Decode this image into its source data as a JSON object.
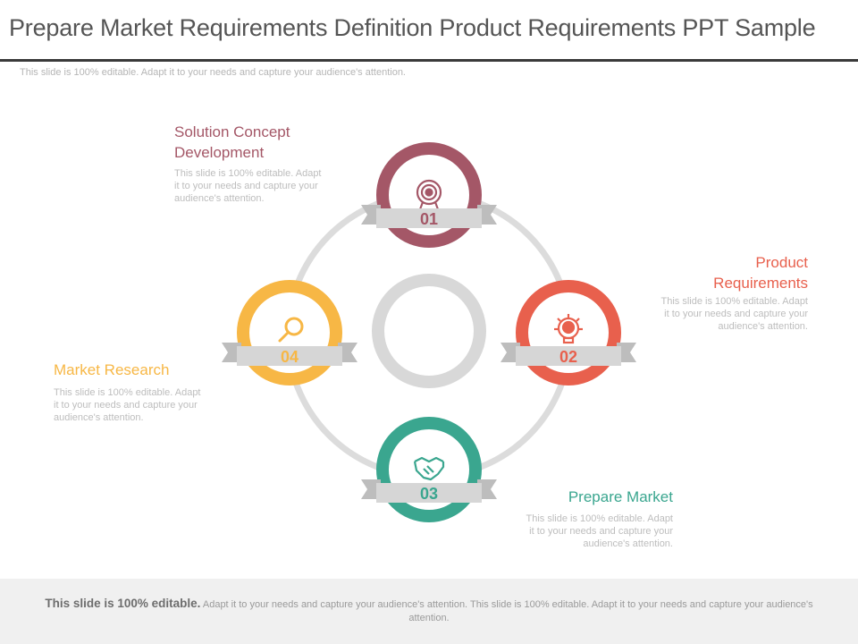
{
  "slide": {
    "title": "Prepare Market Requirements Definition Product Requirements PPT Sample",
    "subtitle": "This slide is 100% editable. Adapt it to your needs and capture your audience's attention."
  },
  "colors": {
    "stage1": "#a45767",
    "stage2": "#e8604d",
    "stage3": "#3aa68f",
    "stage4": "#f7b745",
    "ring": "#dcdcdc",
    "ribbon": "#d0d0d0"
  },
  "stages": [
    {
      "number": "01",
      "title_line1": "Solution Concept",
      "title_line2": "Development",
      "icon": "target-icon",
      "desc_line1": "This slide is 100% editable. Adapt",
      "desc_line2": "it to your needs and capture your",
      "desc_line3": "audience's attention."
    },
    {
      "number": "02",
      "title_line1": "Product",
      "title_line2": "Requirements",
      "icon": "lightbulb-gear-icon",
      "desc_line1": "This slide is 100% editable. Adapt",
      "desc_line2": "it to your needs and capture your",
      "desc_line3": "audience's attention."
    },
    {
      "number": "03",
      "title_line1": "Prepare Market",
      "icon": "handshake-icon",
      "desc_line1": "This slide is 100% editable. Adapt",
      "desc_line2": "it to your needs and capture your",
      "desc_line3": "audience's attention."
    },
    {
      "number": "04",
      "title_line1": "Market Research",
      "icon": "magnifier-icon",
      "desc_line1": "This slide is 100% editable. Adapt",
      "desc_line2": "it to your needs and capture your",
      "desc_line3": "audience's attention."
    }
  ],
  "footer": {
    "bold": "This slide is 100% editable.",
    "text": " Adapt it to your needs and capture your audience's attention. This slide is 100% editable. Adapt it to your needs and capture your audience's attention."
  }
}
